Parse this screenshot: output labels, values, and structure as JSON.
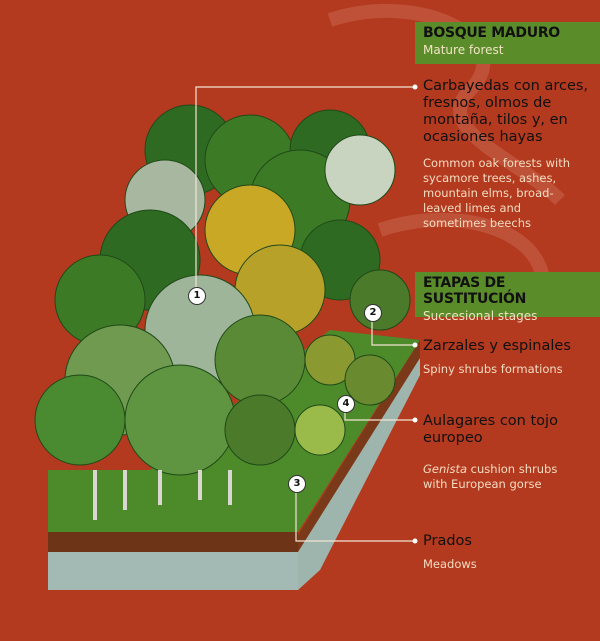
{
  "mature": {
    "title": "BOSQUE MADURO",
    "subtitle": "Mature forest"
  },
  "item1": {
    "number": "1",
    "es": "Carbayedas con arces, fresnos, olmos de montaña, tilos y, en ocasiones hayas",
    "en": "Common oak forests with sycamore trees, ashes, mountain elms, broad-leaved limes and sometimes beechs"
  },
  "succession": {
    "title": "ETAPAS DE SUSTITUCIÓN",
    "subtitle": "Succesional stages"
  },
  "item2": {
    "number": "2",
    "es": "Zarzales y espinales",
    "en": "Spiny shrubs formations"
  },
  "item4": {
    "number": "4",
    "es": "Aulagares con tojo europeo",
    "en_italic": "Genista",
    "en_rest": " cushion shrubs with European gorse"
  },
  "item3": {
    "number": "3",
    "es": "Prados",
    "en": "Meadows"
  },
  "colors": {
    "background": "#b3391f",
    "label_box": "#5b8c2a"
  }
}
